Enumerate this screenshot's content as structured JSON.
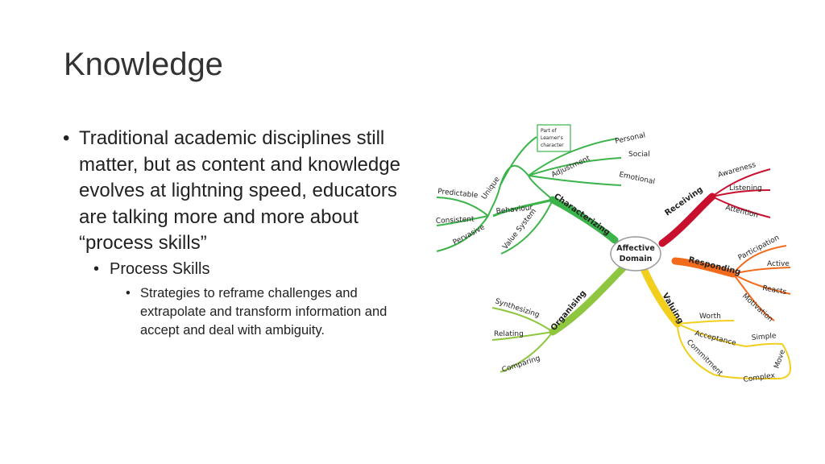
{
  "slide": {
    "title": "Knowledge",
    "bullets": {
      "main": "Traditional academic disciplines still matter, but as content and knowledge evolves at lightning speed, educators are talking more and more about “process skills”",
      "sub": "Process Skills",
      "subsub": "Strategies to reframe challenges and extrapolate and transform information and accept and deal with ambiguity."
    },
    "bullet_glyph": "•"
  },
  "mindmap": {
    "center": [
      "Affective",
      "Domain"
    ],
    "branches": {
      "receiving": {
        "label": "Receiving",
        "color": "#c8102e",
        "items": [
          "Awareness",
          "Listening",
          "Attention"
        ]
      },
      "responding": {
        "label": "Responding",
        "color": "#f26b1d",
        "items": [
          "Participation",
          "Active",
          "Reacts",
          "Motivation"
        ]
      },
      "valuing": {
        "label": "Valuing",
        "color": "#f2cf1d",
        "items": [
          "Worth",
          "Acceptance",
          "Simple",
          "Commitment",
          "Move",
          "Complex"
        ]
      },
      "organising": {
        "label": "Organising",
        "color": "#8ec63f",
        "items": [
          "Synthesizing",
          "Relating",
          "Comparing"
        ]
      },
      "characterizing": {
        "label": "Characterizing",
        "color": "#3cb44b",
        "adjustment": "Adjustment",
        "adjustment_items": [
          "Personal",
          "Social",
          "Emotional"
        ],
        "note": [
          "Part of",
          "Learner's",
          "character"
        ],
        "unique": "Unique",
        "behaviour": "Behaviour",
        "behaviour_items": [
          "Predictable",
          "Consistent",
          "Pervasive"
        ],
        "value_system": "Value System"
      }
    }
  }
}
